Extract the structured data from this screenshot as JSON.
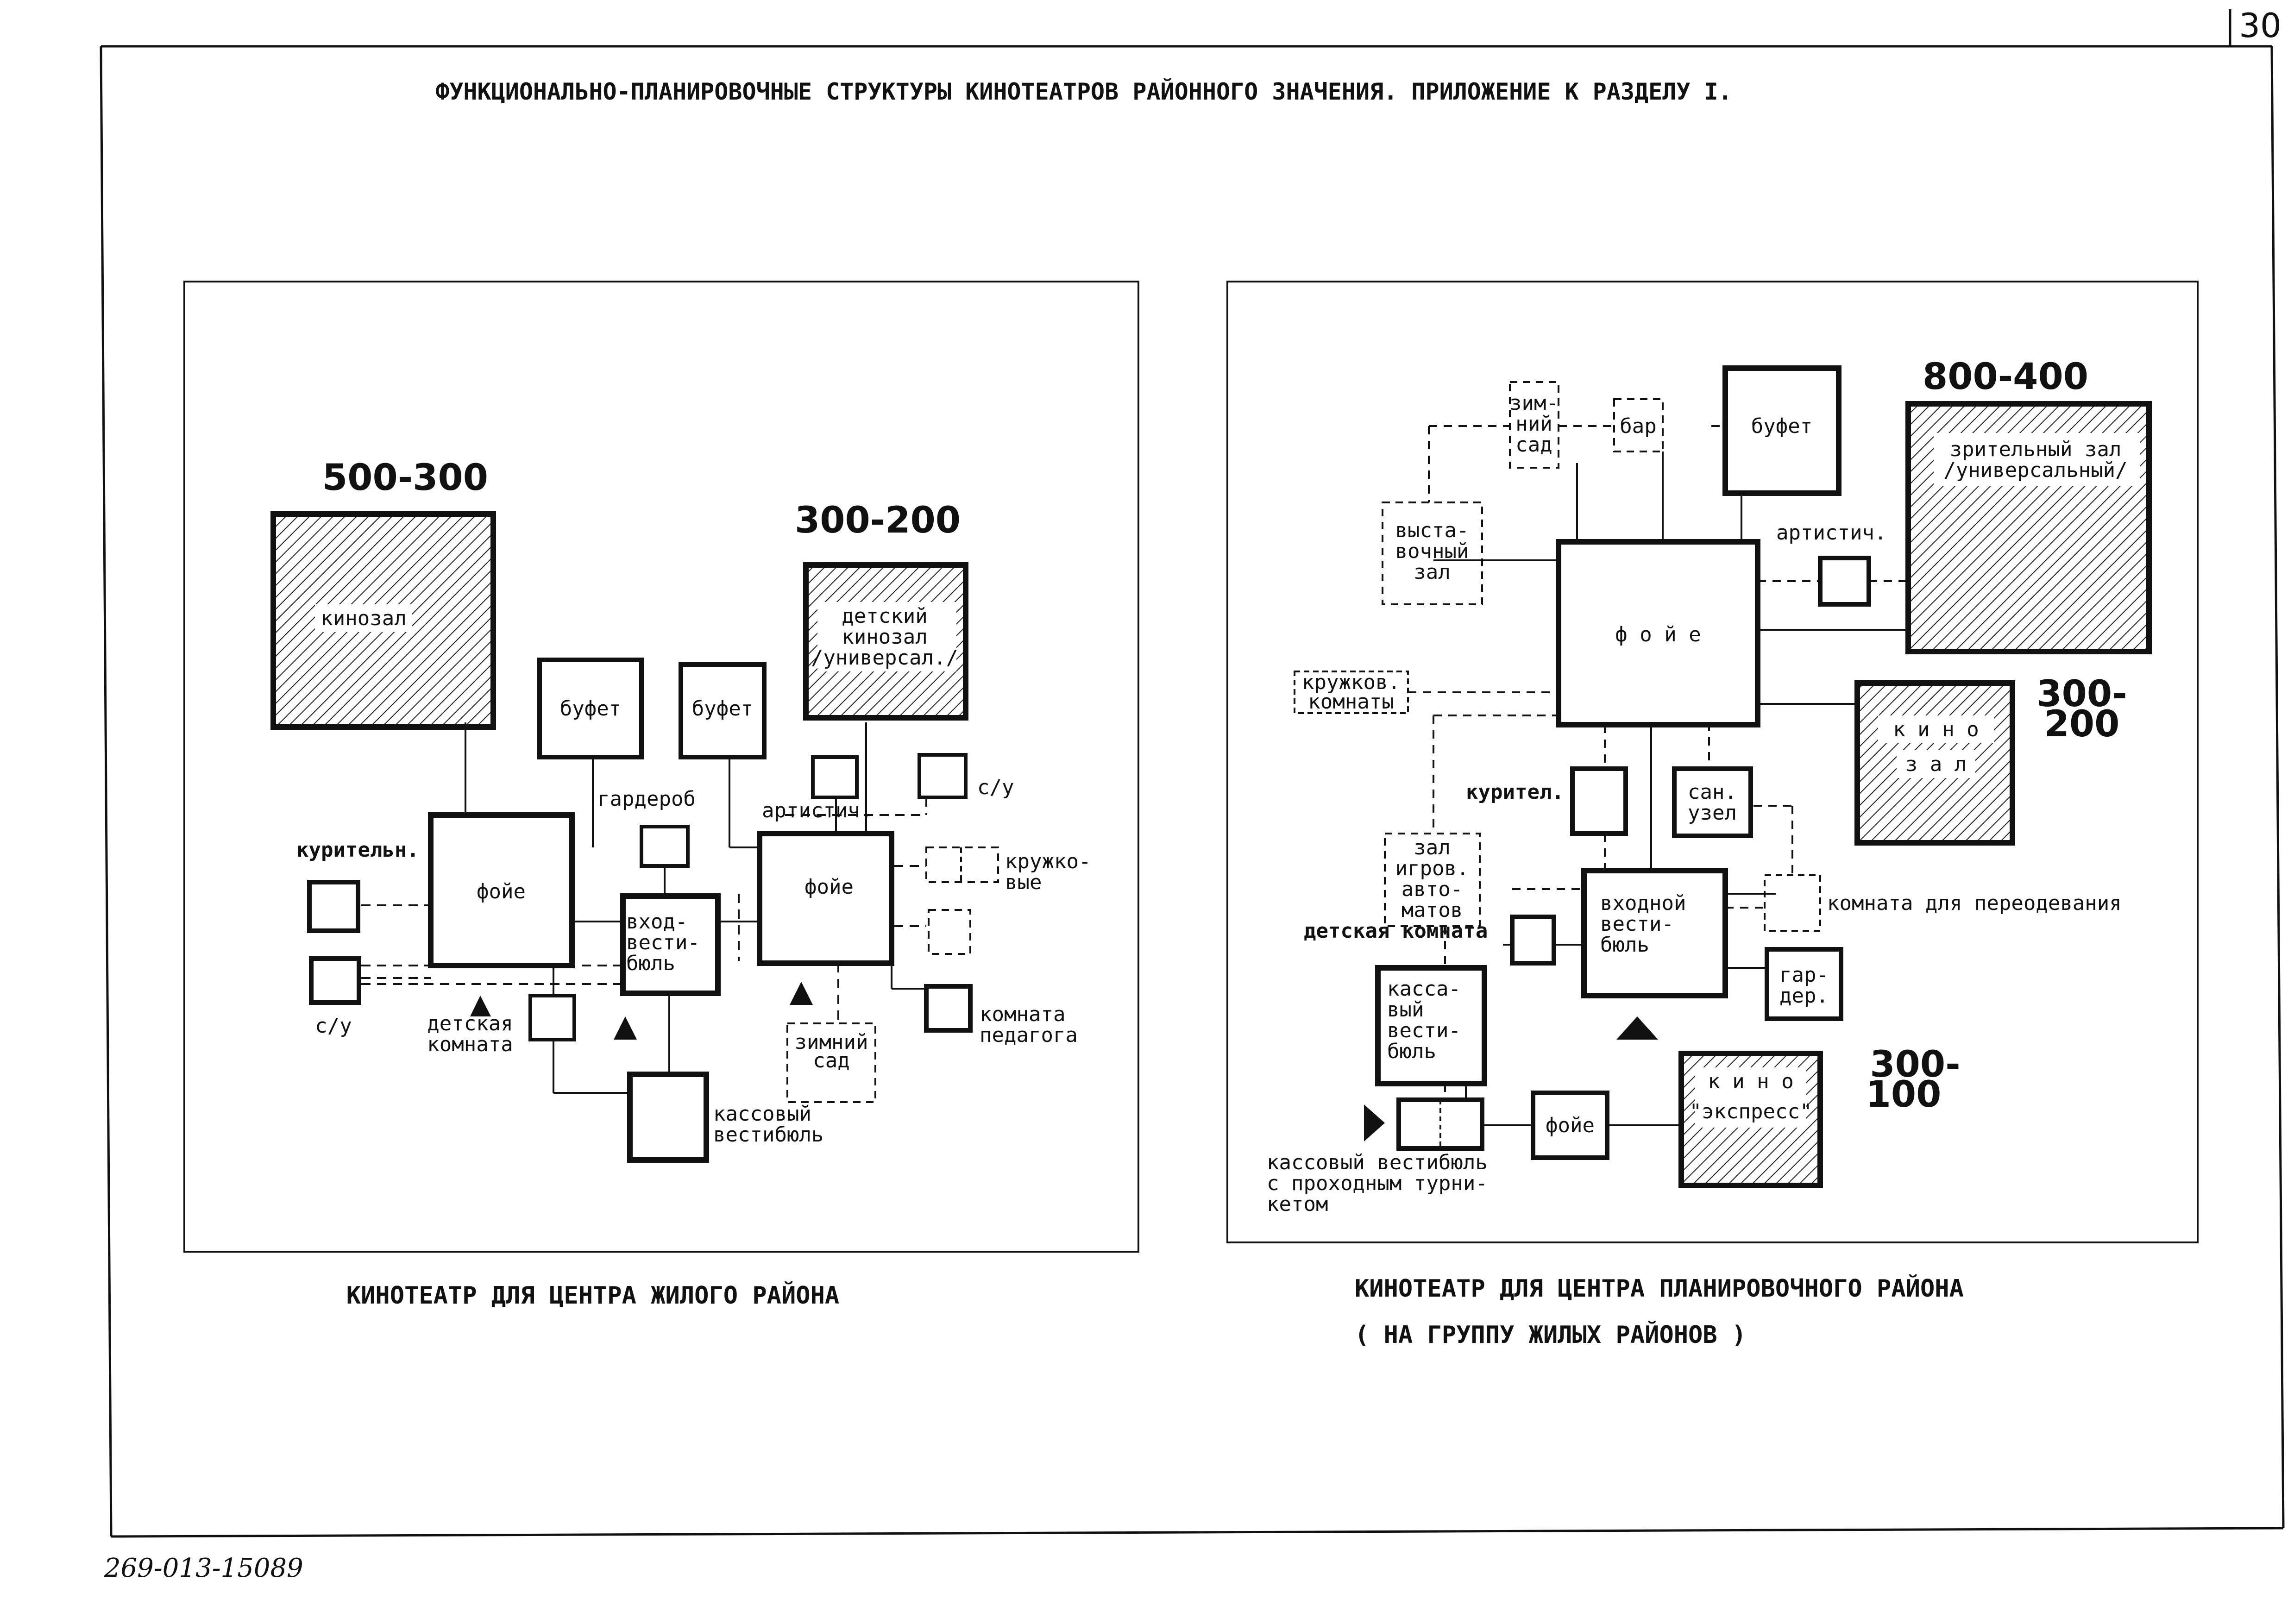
{
  "page_number": "30",
  "header_title": "ФУНКЦИОНАЛЬНО-ПЛАНИРОВОЧНЫЕ СТРУКТУРЫ КИНОТЕАТРОВ  РАЙОННОГО ЗНАЧЕНИЯ. ПРИЛОЖЕНИЕ К РАЗДЕЛУ I.",
  "doc_code": "269-013-15089",
  "left": {
    "caption": "КИНОТЕАТР ДЛЯ ЦЕНТРА ЖИЛОГО РАЙОНА",
    "cap_main": "500-300",
    "cap_children": "300-200",
    "kinozal": "кинозал",
    "det_zal": [
      "детский",
      "кинозал",
      "/универсал./"
    ],
    "bufet1": "буфет",
    "bufet2": "буфет",
    "foye1": "фойе",
    "foye2": "фойе",
    "garderob": "гардероб",
    "artistich": "артистич.",
    "su_top": "с/у",
    "kruzhk": [
      "кружко-",
      "вые"
    ],
    "kuritel": "курительн.",
    "su_left": "с/у",
    "vhod": [
      "вход-",
      "вести-",
      "бюль"
    ],
    "det_komn": [
      "детская",
      "комната"
    ],
    "zimn": [
      "зимний",
      "сад"
    ],
    "komn_ped": [
      "комната",
      "педагога"
    ],
    "kass": [
      "кассовый",
      "вестибюль"
    ]
  },
  "right": {
    "caption": [
      "КИНОТЕАТР ДЛЯ ЦЕНТРА ПЛАНИРОВОЧНОГО РАЙОНА",
      "( НА ГРУППУ ЖИЛЫХ РАЙОНОВ )"
    ],
    "cap_main": "800-400",
    "cap_small": [
      "300-",
      "200"
    ],
    "cap_express": [
      "300-",
      "100"
    ],
    "zimn": [
      "зим-",
      "ний",
      "сад"
    ],
    "bar": "бар",
    "bufet": "буфет",
    "zritel": [
      "зрительный зал",
      "/универсальный/"
    ],
    "vystav": [
      "выста-",
      "вочный",
      "зал"
    ],
    "artistich": "артистич.",
    "foye": "ф о й е",
    "kruzhk": [
      "кружков.",
      "комнаты"
    ],
    "kino_zal": [
      "к и н о",
      "з а л"
    ],
    "kuritel": "курител.",
    "san": [
      "сан.",
      "узел"
    ],
    "igrov": [
      "зал",
      "игров.",
      "авто-",
      "матов"
    ],
    "vhod": [
      "входной",
      "вести-",
      "бюль"
    ],
    "pereodev": "комната для переодевания",
    "det_komn": "детская комната",
    "kass_vest": [
      "касса-",
      "вый",
      "вести-",
      "бюль"
    ],
    "garder": [
      "гар-",
      "дер."
    ],
    "express": [
      "к и н о",
      "\"экспресс\""
    ],
    "foye_small": "фойе",
    "kass_turn": [
      "кассовый вестибюль",
      "с проходным турни-",
      "кетом"
    ]
  }
}
